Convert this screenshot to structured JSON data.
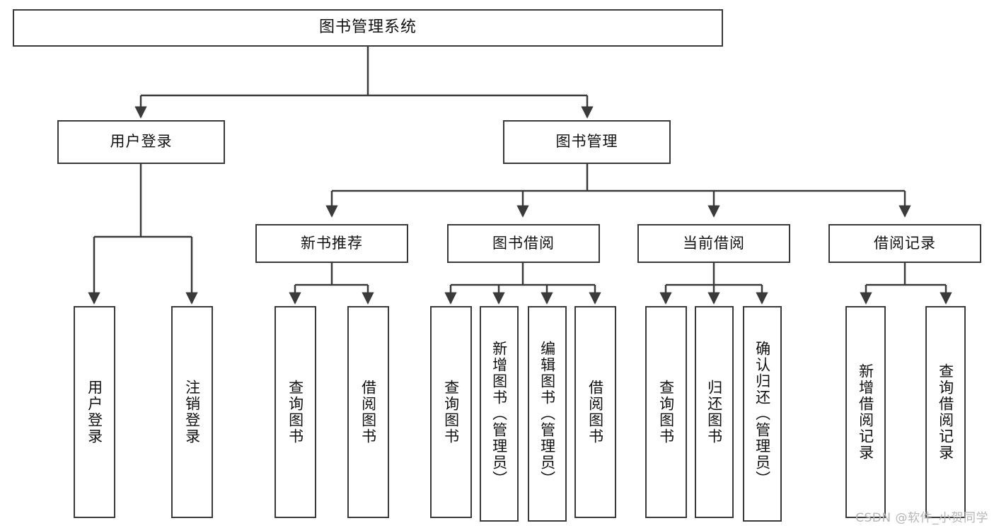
{
  "diagram": {
    "type": "tree",
    "title": "图书管理系统",
    "orientation": "top-down",
    "style": {
      "background": "#ffffff",
      "border_color": "#3a3a3a",
      "text_color": "#111111",
      "edge_color": "#3a3a3a",
      "watermark_color": "#b6b6b6"
    }
  },
  "nodes": {
    "root": {
      "label": "图书管理系统"
    },
    "level2": [
      {
        "label": "用户登录"
      },
      {
        "label": "图书管理"
      }
    ],
    "level3": [
      {
        "label": "新书推荐"
      },
      {
        "label": "图书借阅"
      },
      {
        "label": "当前借阅"
      },
      {
        "label": "借阅记录"
      }
    ],
    "leaves": {
      "user_login": [
        {
          "label": "用户登录"
        },
        {
          "label": "注销登录"
        }
      ],
      "new_book_recommend": [
        {
          "label": "查询图书"
        },
        {
          "label": "借阅图书"
        }
      ],
      "book_borrow": [
        {
          "label": "查询图书"
        },
        {
          "label": "新增图书（管理员）"
        },
        {
          "label": "编辑图书（管理员）"
        },
        {
          "label": "借阅图书"
        }
      ],
      "current_borrow": [
        {
          "label": "查询图书"
        },
        {
          "label": "归还图书"
        },
        {
          "label": "确认归还（管理员）"
        }
      ],
      "borrow_record": [
        {
          "label": "新增借阅记录"
        },
        {
          "label": "查询借阅记录"
        }
      ]
    }
  },
  "watermark": {
    "text": "CSDN @软件_小贺同学"
  }
}
